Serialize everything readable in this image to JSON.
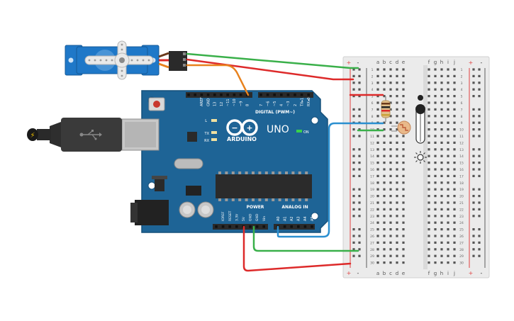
{
  "arduino": {
    "brand": "ARDUINO",
    "model": "UNO",
    "on_label": "ON",
    "digital_label": "DIGITAL (PWM~)",
    "power_label": "POWER",
    "analog_label": "ANALOG IN",
    "led_labels": [
      "L",
      "TX",
      "RX"
    ],
    "digital_pins": [
      "AREF",
      "GND",
      "13",
      "12",
      "~11",
      "~10",
      "~9",
      "8",
      "7",
      "~6",
      "~5",
      "4",
      "~3",
      "2",
      "TX▸1",
      "RX◂0"
    ],
    "power_pins": [
      "IOREF",
      "RESET",
      "3.3V",
      "5V",
      "GND",
      "GND",
      "Vin"
    ],
    "analog_pins": [
      "A0",
      "A1",
      "A2",
      "A3",
      "A4",
      "A5"
    ]
  },
  "breadboard": {
    "columns_left": [
      "a",
      "b",
      "c",
      "d",
      "e"
    ],
    "columns_right": [
      "f",
      "g",
      "h",
      "i",
      "j"
    ],
    "row_count": 30,
    "rail_plus": "+",
    "rail_minus": "-"
  },
  "colors": {
    "board": "#1e6496",
    "board_dark": "#15507b",
    "wire_green": "#3ab04a",
    "wire_red": "#dd2a2a",
    "wire_orange": "#e8821e",
    "wire_blue": "#2a8fd0",
    "breadboard": "#ebebeb",
    "servo": "#1f78c8"
  }
}
